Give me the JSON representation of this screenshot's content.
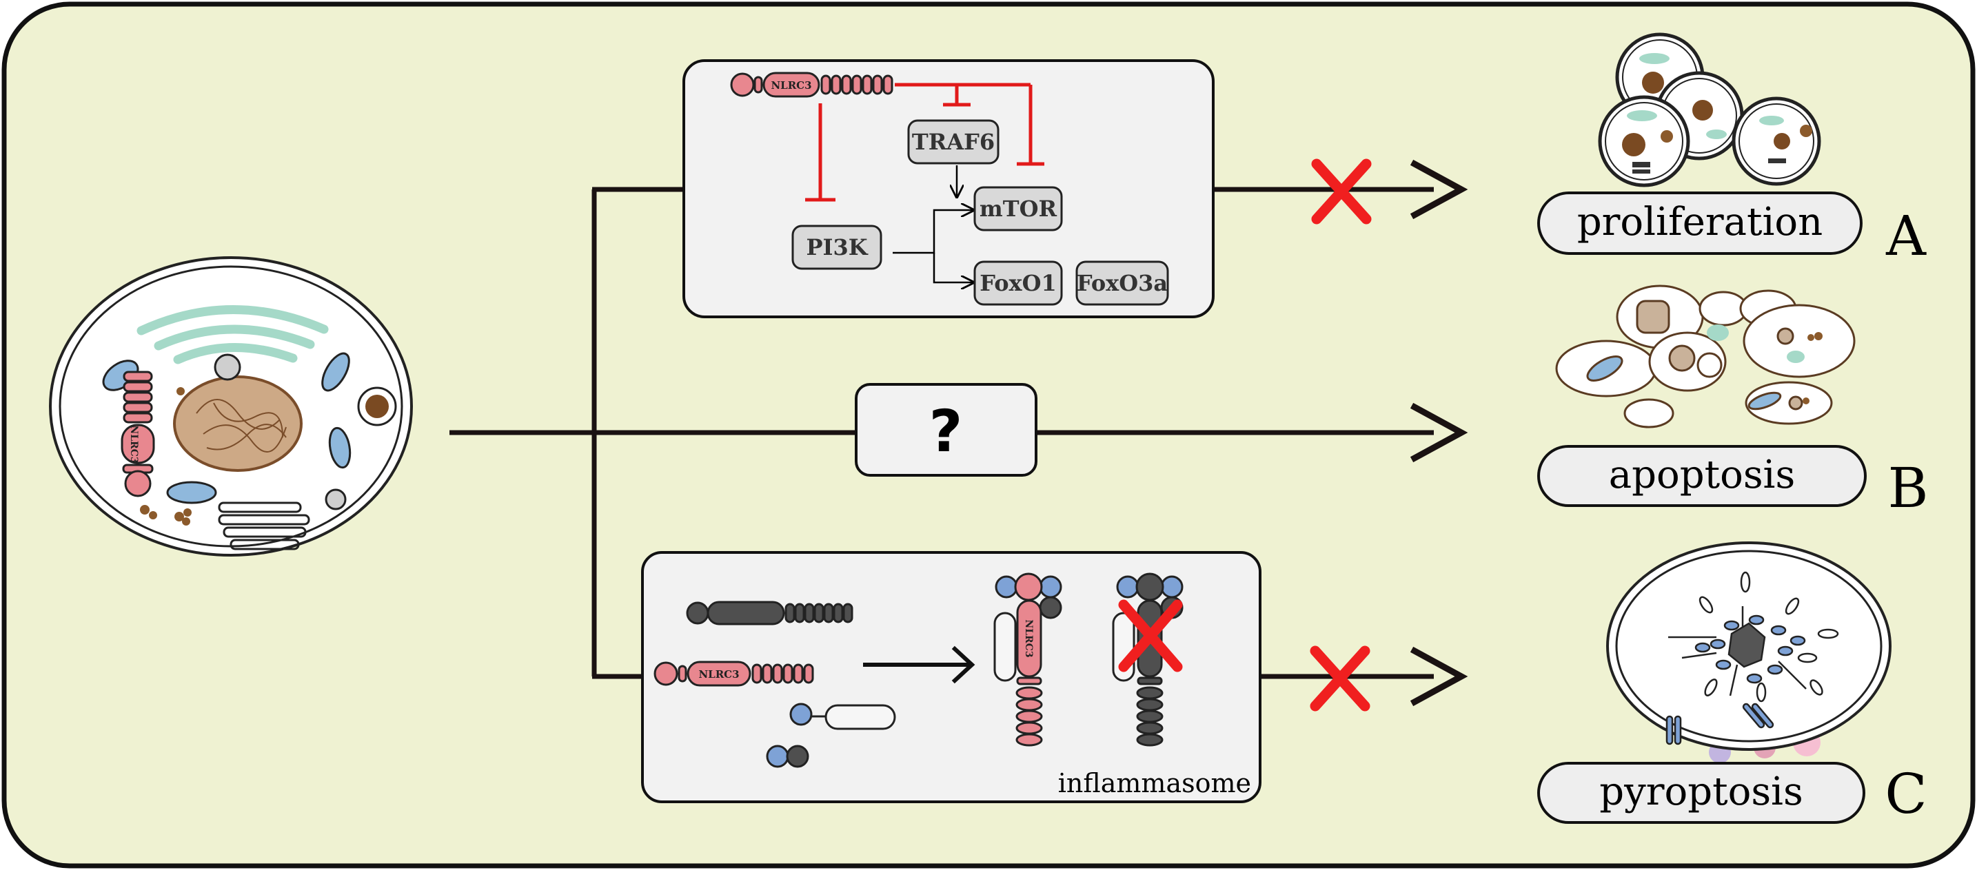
{
  "outcomes": [
    {
      "label": "proliferation",
      "letter": "A"
    },
    {
      "label": "apoptosis",
      "letter": "B"
    },
    {
      "label": "pyroptosis",
      "letter": "C"
    }
  ],
  "pathway_a": {
    "receptor": "NLRC3",
    "nodes": [
      "TRAF6",
      "mTOR",
      "PI3K",
      "FoxO1",
      "FoxO3a"
    ]
  },
  "pathway_b": {
    "unknown": "?"
  },
  "pathway_c": {
    "receptor": "NLRC3",
    "complex_label": "inflammasome"
  },
  "cell": {
    "receptor_label": "NLRC3"
  },
  "colors": {
    "background": "#eff2d2",
    "receptor": "#e8878f",
    "inhibition": "#e11a1a",
    "block_cross": "#f01f1f",
    "asc_blue": "#7ea2d6",
    "gray": "#4f4f4f"
  }
}
